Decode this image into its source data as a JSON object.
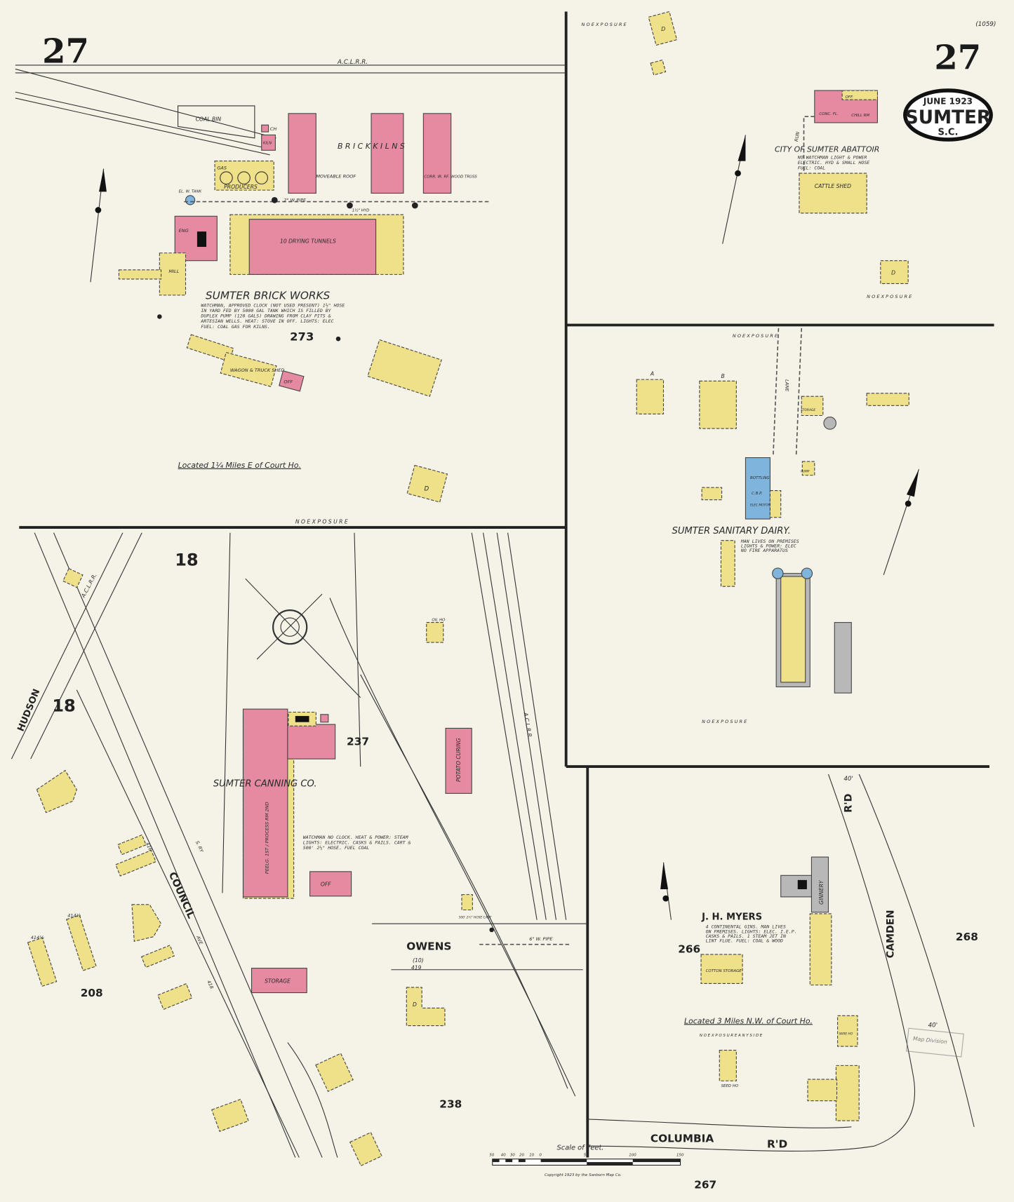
{
  "sheet": {
    "number_left": "27",
    "number_right": "27",
    "corner_note": "(1059)",
    "date": "JUNE 1923",
    "city": "SUMTER",
    "state": "S.C."
  },
  "colors": {
    "brick": "#e58aa0",
    "frame": "#efe08a",
    "concrete": "#7fb4dc",
    "iron": "#b8b8b8",
    "paper": "#f5f2e8"
  },
  "brick_works": {
    "railroad": "A.C.L.R.R.",
    "coal_bin": "COAL BIN",
    "kiln_small": "KILN",
    "ch": "CH",
    "brick_kilns": "B R I C K   K I L N S",
    "moveable_roof": "MOVEABLE ROOF",
    "corr_roof": "CORR. IR. RF. WOOD TRUSS",
    "gas": "GAS",
    "producers": "PRODUCERS",
    "tank": "EL. W. TANK",
    "pipe": "2\" W PIPE",
    "hydrant": "1½\" HYD",
    "drying": "10 DRYING TUNNELS",
    "eng": "ENG",
    "mill": "MILL",
    "title": "SUMTER BRICK WORKS",
    "note": [
      "WATCHMAN, APPROVED CLOCK (NOT USED PRESENT) 1½\" HOSE",
      "IN YARD FED BY 5000 GAL TANK WHICH IS FILLED BY",
      "DUPLEX PUMP (120 GALS) DRAWING FROM CLAY PITS &",
      "ARTESIAN WELLS. HEAT: STOVE IN OFF. LIGHTS: ELEC",
      "FUEL: COAL GAS FOR KILNS."
    ],
    "block": "273",
    "wagon_shed": "WAGON & TRUCK SHED",
    "off": "OFF",
    "located": "Located 1¼ Miles E of Court Ho.",
    "no_exposure": "N O   E X P O S U R E",
    "dwelling": "D"
  },
  "abattoir": {
    "no_exposure_top": "N O   E X P O S U R E",
    "title": "CITY OF SUMTER ABATTOIR",
    "note": [
      "NO WATCHMAN LIGHT & POWER",
      "ELECTRIC. HYD & SMALL HOSE",
      "FUEL: COAL"
    ],
    "rooms": [
      "CONC. FL.",
      "CHILL RM",
      "OFF."
    ],
    "run": "RUN",
    "cattle_shed": "CATTLE SHED",
    "no_exposure_bottom": "N O   E X P O S U R E",
    "dwelling": "D"
  },
  "dairy": {
    "no_exposure_top": "N O   E X P O S U R E",
    "lane": "LANE",
    "storage": "STORAGE",
    "bottling": "BOTTLING",
    "cbp": "C.B.P.",
    "elec_motor": "ELEC MOTOR",
    "pump": "PUMP",
    "title": "SUMTER SANITARY DAIRY.",
    "note": [
      "MAN LIVES ON PREMISES",
      "LIGHTS & POWER: ELEC",
      "NO FIRE APPARATUS"
    ],
    "no_exposure_bottom": "N O   E X P O S U R E",
    "labels": [
      "A",
      "B"
    ]
  },
  "canning": {
    "block_18a": "18",
    "block_18b": "18",
    "hudson": "HUDSON",
    "railroad_left": "A.C.L.R.R.",
    "railroad_right": "A.C.L.R.R.",
    "council": "COUNCIL",
    "ave": "AVE",
    "s_ry": "S. RY",
    "title": "SUMTER CANNING CO.",
    "block": "237",
    "note": [
      "WATCHMAN NO CLOCK. HEAT & POWER: STEAM",
      "LIGHTS: ELECTRIC. CASKS & PAILS. CART &",
      "500' 2½\" HOSE. FUEL COAL"
    ],
    "process": "PEELG. 1ST / PROCESS RM 2ND",
    "off": "OFF",
    "potato": "POTATO CURING",
    "oil_ho": "OIL HO",
    "storage": "STORAGE",
    "owens": "OWENS",
    "owens_no": "(10)",
    "owens_addr": "419",
    "pipe": "6\" W. PIPE",
    "hose": "500' 2½\" HOSE CART",
    "block_208": "208",
    "block_238": "238",
    "addr": [
      "414½",
      "414½",
      "416",
      "418"
    ],
    "dwelling": "D"
  },
  "myers": {
    "title": "J. H. MYERS",
    "note": [
      "4 CONTINENTAL GINS. MAN LIVES",
      "ON PREMISES. LIGHTS: ELEC. I.E.P.",
      "CASKS & PAILS. 1 STEAM JET IN",
      "LINT FLUE. FUEL: COAL & WOOD"
    ],
    "ginnery": "GINNERY",
    "cotton": "COTTON STORAGE",
    "block_266": "266",
    "block_268": "268",
    "camden": "CAMDEN",
    "camden_rd": "R'D",
    "located": "Located 3 Miles N.W. of Court Ho.",
    "no_exposure": "N O   E X P O S U R E   A N Y   S I D E",
    "seed_ho": "SEED HO",
    "wire_ho": "WIRE HO",
    "columbia": "COLUMBIA",
    "columbia_rd": "R'D",
    "block_267": "267",
    "width_40": "40'",
    "stamp": "Map Division"
  },
  "scale": {
    "title": "Scale of Feet.",
    "ticks": [
      "50",
      "40",
      "30",
      "20",
      "10",
      "0",
      "50",
      "100",
      "150"
    ],
    "copyright": "Copyright 1923 by the Sanborn Map Co."
  }
}
